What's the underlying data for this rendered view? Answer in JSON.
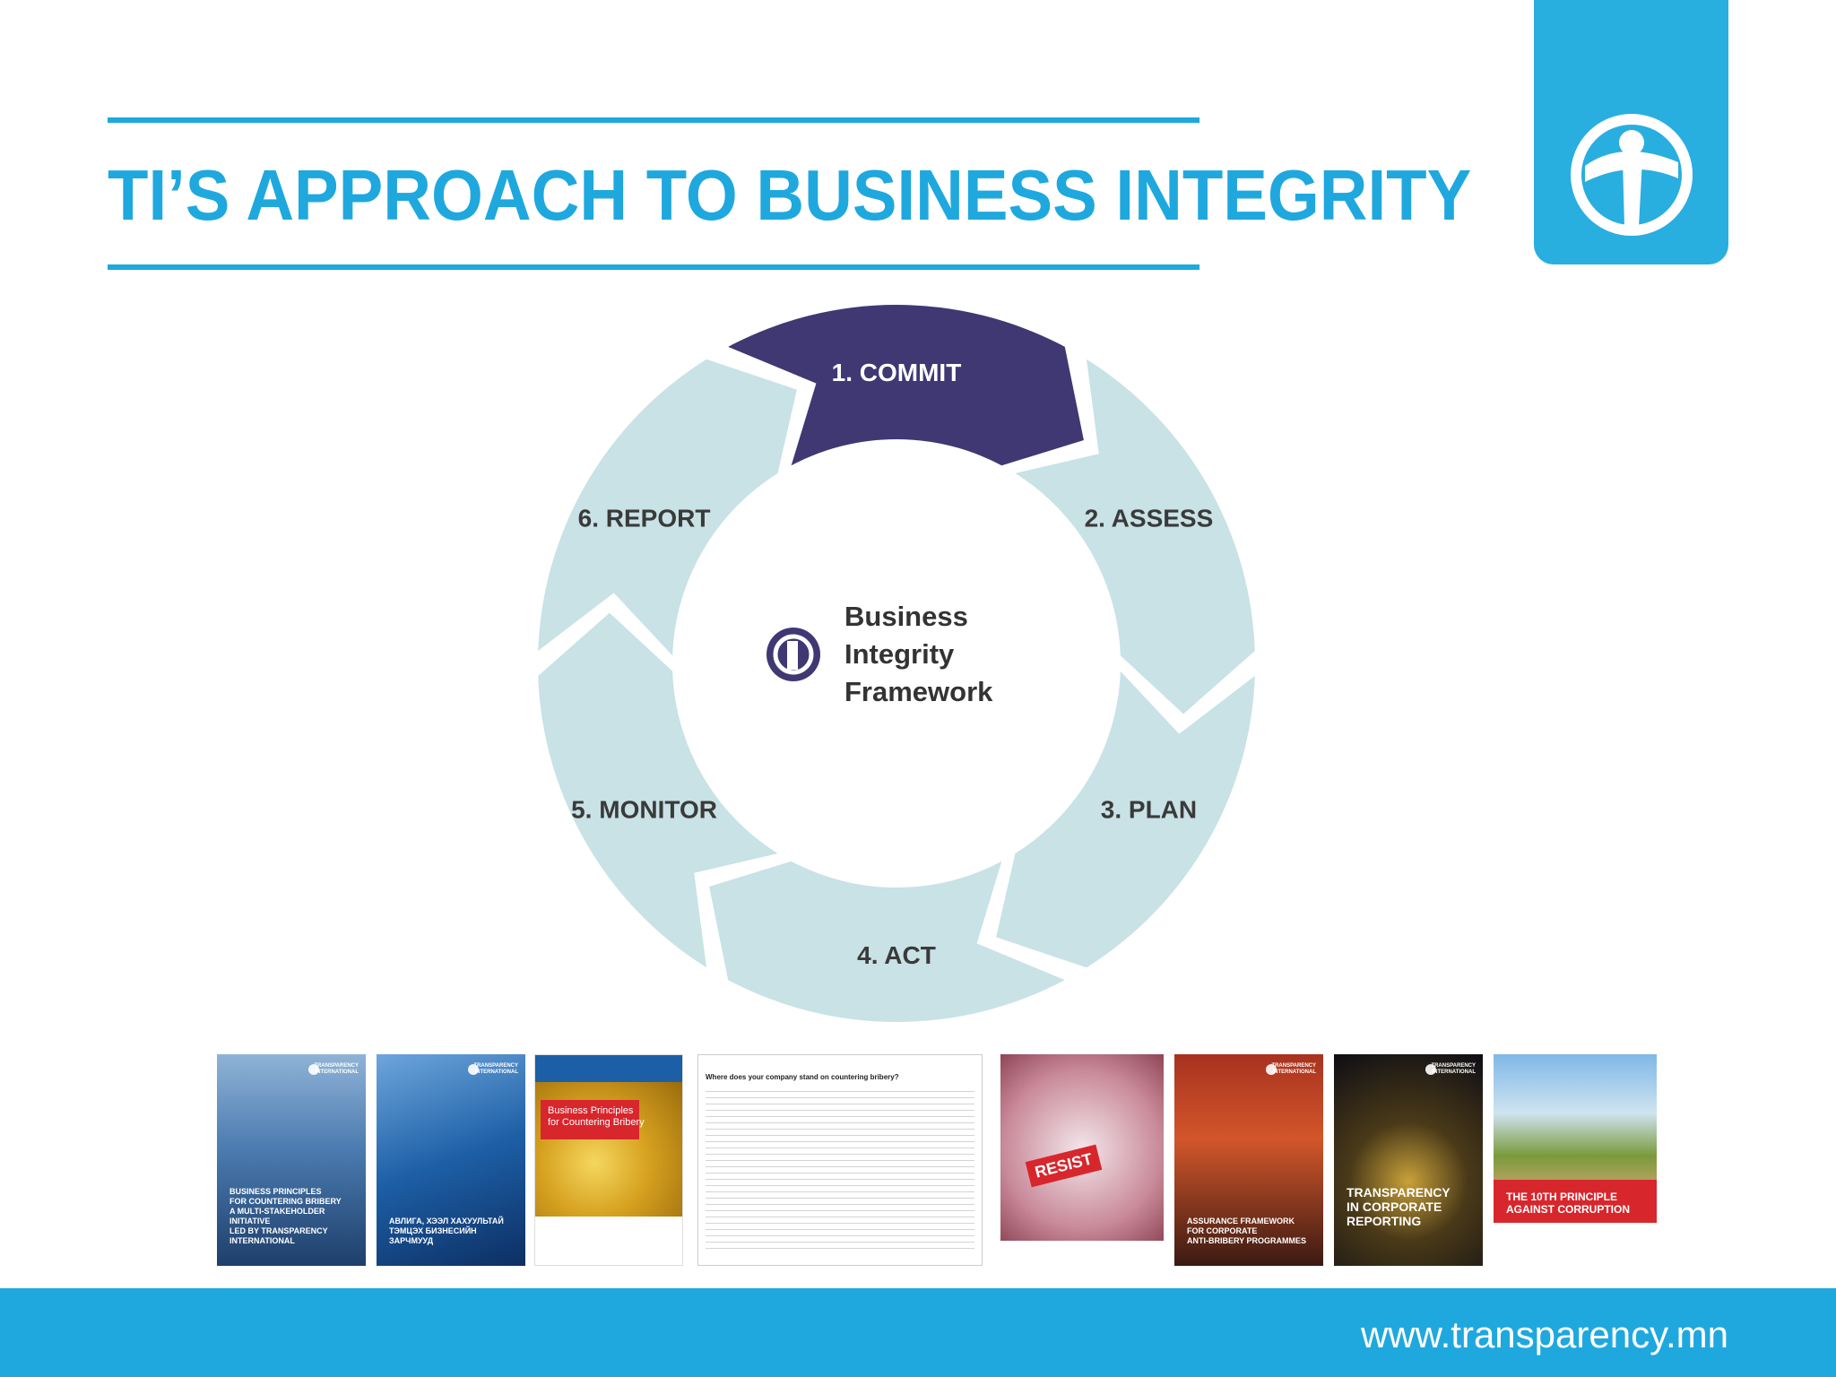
{
  "slide": {
    "title": "TI’S APPROACH TO BUSINESS INTEGRITY",
    "footer_url": "www.transparency.mn"
  },
  "colors": {
    "brand_blue": "#1fa8de",
    "active_stage": "#3f3873",
    "inactive_stage": "#c8e2e6",
    "stage_text": "#3a3a3a"
  },
  "diagram": {
    "center": {
      "lines": [
        "Business",
        "Integrity",
        "Framework"
      ]
    },
    "stages": [
      {
        "label": "1. COMMIT",
        "active": true
      },
      {
        "label": "2. ASSESS",
        "active": false
      },
      {
        "label": "3. PLAN",
        "active": false
      },
      {
        "label": "4. ACT",
        "active": false
      },
      {
        "label": "5. MONITOR",
        "active": false
      },
      {
        "label": "6. REPORT",
        "active": false
      }
    ]
  },
  "publications": [
    {
      "title": "BUSINESS PRINCIPLES\nFOR COUNTERING BRIBERY\nA MULTI-STAKEHOLDER INITIATIVE\nLED BY TRANSPARENCY INTERNATIONAL",
      "theme": "glass-building"
    },
    {
      "title": "АВЛИГА, ХЭЭЛ ХАХУУЛЬТАЙ\nТЭМЦЭХ БИЗНЕСИЙН ЗАРЧМУУД",
      "theme": "blue-tower"
    },
    {
      "title": "Business Principles\nfor Countering Bribery",
      "theme": "gold-coins"
    },
    {
      "title": "Where does your company stand on countering bribery?",
      "theme": "checklist"
    },
    {
      "title": "RESIST",
      "theme": "hand"
    },
    {
      "title": "ASSURANCE FRAMEWORK\nFOR CORPORATE\nANTI-BRIBERY PROGRAMMES",
      "theme": "red-bridge"
    },
    {
      "title": "TRANSPARENCY\nIN CORPORATE\nREPORTING",
      "theme": "night-city"
    },
    {
      "title": "THE 10TH PRINCIPLE\nAGAINST CORRUPTION",
      "theme": "road"
    }
  ]
}
